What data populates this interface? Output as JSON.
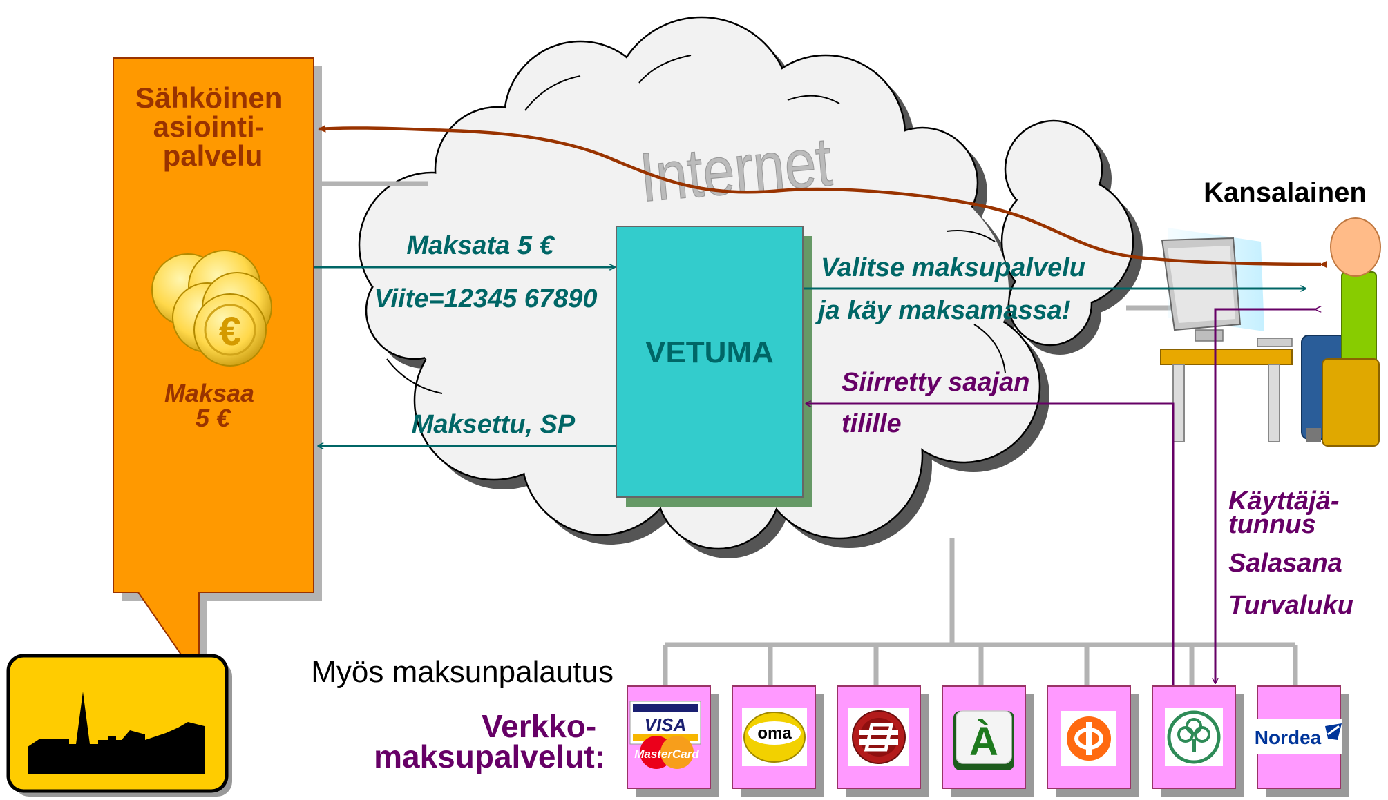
{
  "service": {
    "title_lines": [
      "Sähköinen",
      "asiointi-",
      "palvelu"
    ],
    "pays_lines": [
      "Maksaa",
      "5 €"
    ]
  },
  "cloud_label": "Internet",
  "vetuma_label": "VETUMA",
  "citizen_label": "Kansalainen",
  "messages": {
    "request_line1": "Maksata 5 €",
    "request_line2": "Viite=12345 67890",
    "paid": "Maksettu, SP",
    "choose_line1": "Valitse maksupalvelu",
    "choose_line2": "ja käy maksamassa!",
    "transferred_line1": "Siirretty saajan",
    "transferred_line2": "tilille"
  },
  "credentials_lines": [
    "Käyttäjä-",
    "tunnus",
    "Salasana",
    "Turvaluku"
  ],
  "refund_note": "Myös maksunpalautus",
  "online_payment_lines": [
    "Verkko-",
    "maksupalvelut:"
  ],
  "payment_providers": [
    {
      "icon": "visa-mastercard-logo",
      "texts": [
        "VISA",
        "MasterCard"
      ]
    },
    {
      "icon": "oma-logo",
      "texts": [
        "oma"
      ]
    },
    {
      "icon": "sampo-logo",
      "texts": []
    },
    {
      "icon": "aktia-logo",
      "texts": [
        "À"
      ]
    },
    {
      "icon": "op-logo",
      "texts": []
    },
    {
      "icon": "savings-bank-tree-logo",
      "texts": []
    },
    {
      "icon": "nordea-logo",
      "texts": [
        "Nordea"
      ]
    }
  ],
  "colors": {
    "service_box": "#ff9900",
    "service_title": "#993300",
    "vetuma_box": "#33cccc",
    "teal_text": "#006666",
    "purple_text": "#660066",
    "provider_box": "#ff99ff",
    "brown_path": "#993300",
    "town_sign": "#ffcc00"
  }
}
